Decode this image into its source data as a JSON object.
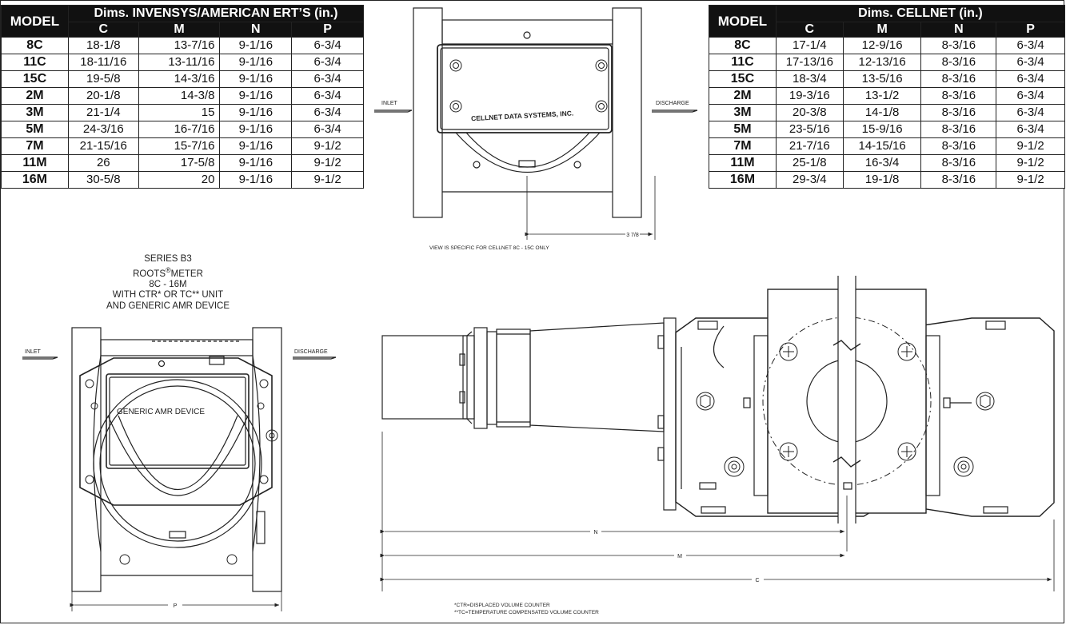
{
  "left_table": {
    "model_header": "MODEL",
    "group_header": "Dims. INVENSYS/AMERICAN ERT’S (in.)",
    "columns": [
      "C",
      "M",
      "N",
      "P"
    ],
    "rows": [
      {
        "model": "8C",
        "c": "18-1/8",
        "m": "13-7/16",
        "n": "9-1/16",
        "p": "6-3/4"
      },
      {
        "model": "11C",
        "c": "18-11/16",
        "m": "13-11/16",
        "n": "9-1/16",
        "p": "6-3/4"
      },
      {
        "model": "15C",
        "c": "19-5/8",
        "m": "14-3/16",
        "n": "9-1/16",
        "p": "6-3/4"
      },
      {
        "model": "2M",
        "c": "20-1/8",
        "m": "14-3/8",
        "n": "9-1/16",
        "p": "6-3/4"
      },
      {
        "model": "3M",
        "c": "21-1/4",
        "m": "15",
        "n": "9-1/16",
        "p": "6-3/4"
      },
      {
        "model": "5M",
        "c": "24-3/16",
        "m": "16-7/16",
        "n": "9-1/16",
        "p": "6-3/4"
      },
      {
        "model": "7M",
        "c": "21-15/16",
        "m": "15-7/16",
        "n": "9-1/16",
        "p": "9-1/2"
      },
      {
        "model": "11M",
        "c": "26",
        "m": "17-5/8",
        "n": "9-1/16",
        "p": "9-1/2"
      },
      {
        "model": "16M",
        "c": "30-5/8",
        "m": "20",
        "n": "9-1/16",
        "p": "9-1/2"
      }
    ]
  },
  "right_table": {
    "model_header": "MODEL",
    "group_header": "Dims. CELLNET (in.)",
    "columns": [
      "C",
      "M",
      "N",
      "P"
    ],
    "rows": [
      {
        "model": "8C",
        "c": "17-1/4",
        "m": "12-9/16",
        "n": "8-3/16",
        "p": "6-3/4"
      },
      {
        "model": "11C",
        "c": "17-13/16",
        "m": "12-13/16",
        "n": "8-3/16",
        "p": "6-3/4"
      },
      {
        "model": "15C",
        "c": "18-3/4",
        "m": "13-5/16",
        "n": "8-3/16",
        "p": "6-3/4"
      },
      {
        "model": "2M",
        "c": "19-3/16",
        "m": "13-1/2",
        "n": "8-3/16",
        "p": "6-3/4"
      },
      {
        "model": "3M",
        "c": "20-3/8",
        "m": "14-1/8",
        "n": "8-3/16",
        "p": "6-3/4"
      },
      {
        "model": "5M",
        "c": "23-5/16",
        "m": "15-9/16",
        "n": "8-3/16",
        "p": "6-3/4"
      },
      {
        "model": "7M",
        "c": "21-7/16",
        "m": "14-15/16",
        "n": "8-3/16",
        "p": "9-1/2"
      },
      {
        "model": "11M",
        "c": "25-1/8",
        "m": "16-3/4",
        "n": "8-3/16",
        "p": "9-1/2"
      },
      {
        "model": "16M",
        "c": "29-3/4",
        "m": "19-1/8",
        "n": "8-3/16",
        "p": "9-1/2"
      }
    ]
  },
  "top_drawing": {
    "inlet": "INLET",
    "discharge": "DISCHARGE",
    "device_label": "CELLNET DATA SYSTEMS, INC.",
    "dim_label": "3 7/8",
    "view_note": "VIEW IS SPECIFIC FOR CELLNET 8C - 15C ONLY"
  },
  "series_text": {
    "line1": "SERIES B3",
    "line2_pre": "ROOTS",
    "line2_reg": "®",
    "line2_post": "METER",
    "line3": "8C - 16M",
    "line4": "WITH CTR* OR TC** UNIT",
    "line5": "AND GENERIC AMR DEVICE"
  },
  "front_drawing": {
    "inlet": "INLET",
    "discharge": "DISCHARGE",
    "device_label": "GENERIC AMR DEVICE",
    "dim_p": "P"
  },
  "side_drawing": {
    "dim_n": "N",
    "dim_m": "M",
    "dim_c": "C"
  },
  "footnotes": {
    "ctr": "*CTR=DISPLACED VOLUME COUNTER",
    "tc": "**TC=TEMPERATURE COMPENSATED VOLUME COUNTER"
  }
}
